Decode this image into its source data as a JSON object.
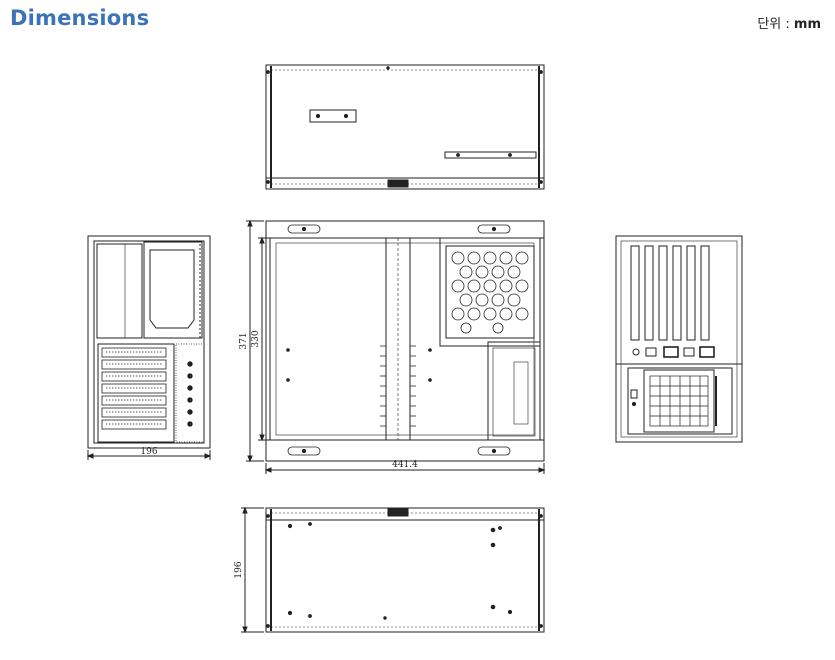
{
  "header": {
    "title": "Dimensions",
    "unit_label": "단위 : ",
    "unit_value": "mm"
  },
  "dimensions": {
    "side_width": "196",
    "front_overall_height": "371",
    "front_inner_height": "330",
    "front_width": "441.4",
    "bottom_depth": "196"
  },
  "colors": {
    "title": "#3a73b8",
    "line": "#222222"
  }
}
